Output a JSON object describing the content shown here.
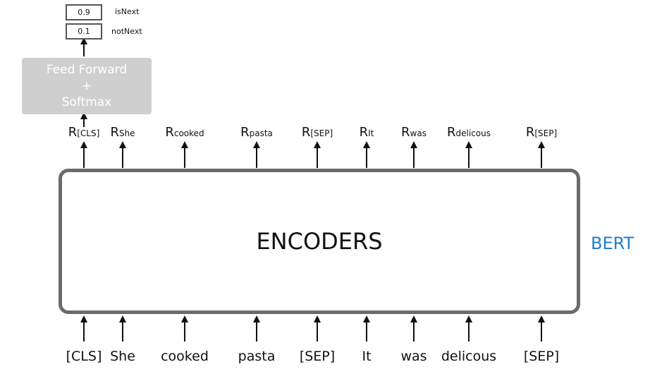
{
  "output": {
    "probabilities": [
      {
        "value": "0.9",
        "label": "isNext"
      },
      {
        "value": "0.1",
        "label": "notNext"
      }
    ]
  },
  "feed_forward": {
    "line1": "Feed Forward",
    "line2": "+",
    "line3": "Softmax"
  },
  "encoder": {
    "label": "ENCODERS"
  },
  "model_label": "BERT",
  "model_label_color": "#1f7fd0",
  "representation_prefix": "R",
  "representations": [
    "[CLS]",
    "She",
    "cooked",
    "pasta",
    "[SEP]",
    "It",
    "was",
    "delicous",
    "[SEP]"
  ],
  "tokens": [
    "[CLS]",
    "She",
    "cooked",
    "pasta",
    "[SEP]",
    "It",
    "was",
    "delicous",
    "[SEP]"
  ]
}
